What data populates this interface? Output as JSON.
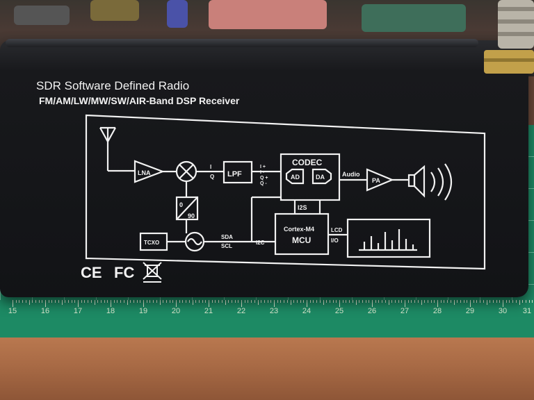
{
  "device": {
    "title": "SDR Software Defined Radio",
    "subtitle": "FM/AM/LW/MW/SW/AIR-Band DSP Receiver"
  },
  "diagram": {
    "lna": "LNA",
    "lpf": "LPF",
    "codec": "CODEC",
    "ad": "AD",
    "da": "DA",
    "audio": "Audio",
    "pa": "PA",
    "i2s": "I2S",
    "mcu_line1": "Cortex-M4",
    "mcu_line2": "MCU",
    "lcd": "LCD",
    "io": "I/O",
    "tcxo": "TCXO",
    "sda": "SDA",
    "scl": "SCL",
    "i2c": "I2C",
    "phase_0": "0",
    "phase_90": "90",
    "i_label": "I",
    "q_label": "Q",
    "i_plus": "I +",
    "i_minus": "I -",
    "q_plus": "Q +",
    "q_minus": "Q -"
  },
  "certifications": {
    "ce": "CE",
    "fc": "FC"
  },
  "ruler": {
    "numbers": [
      "15",
      "16",
      "17",
      "18",
      "19",
      "20",
      "21",
      "22",
      "23",
      "24",
      "25",
      "26",
      "27",
      "28",
      "29",
      "30",
      "31"
    ]
  },
  "colors": {
    "mat": "#1f8a66",
    "case": "#121316",
    "silkscreen": "#f2f2f2"
  }
}
